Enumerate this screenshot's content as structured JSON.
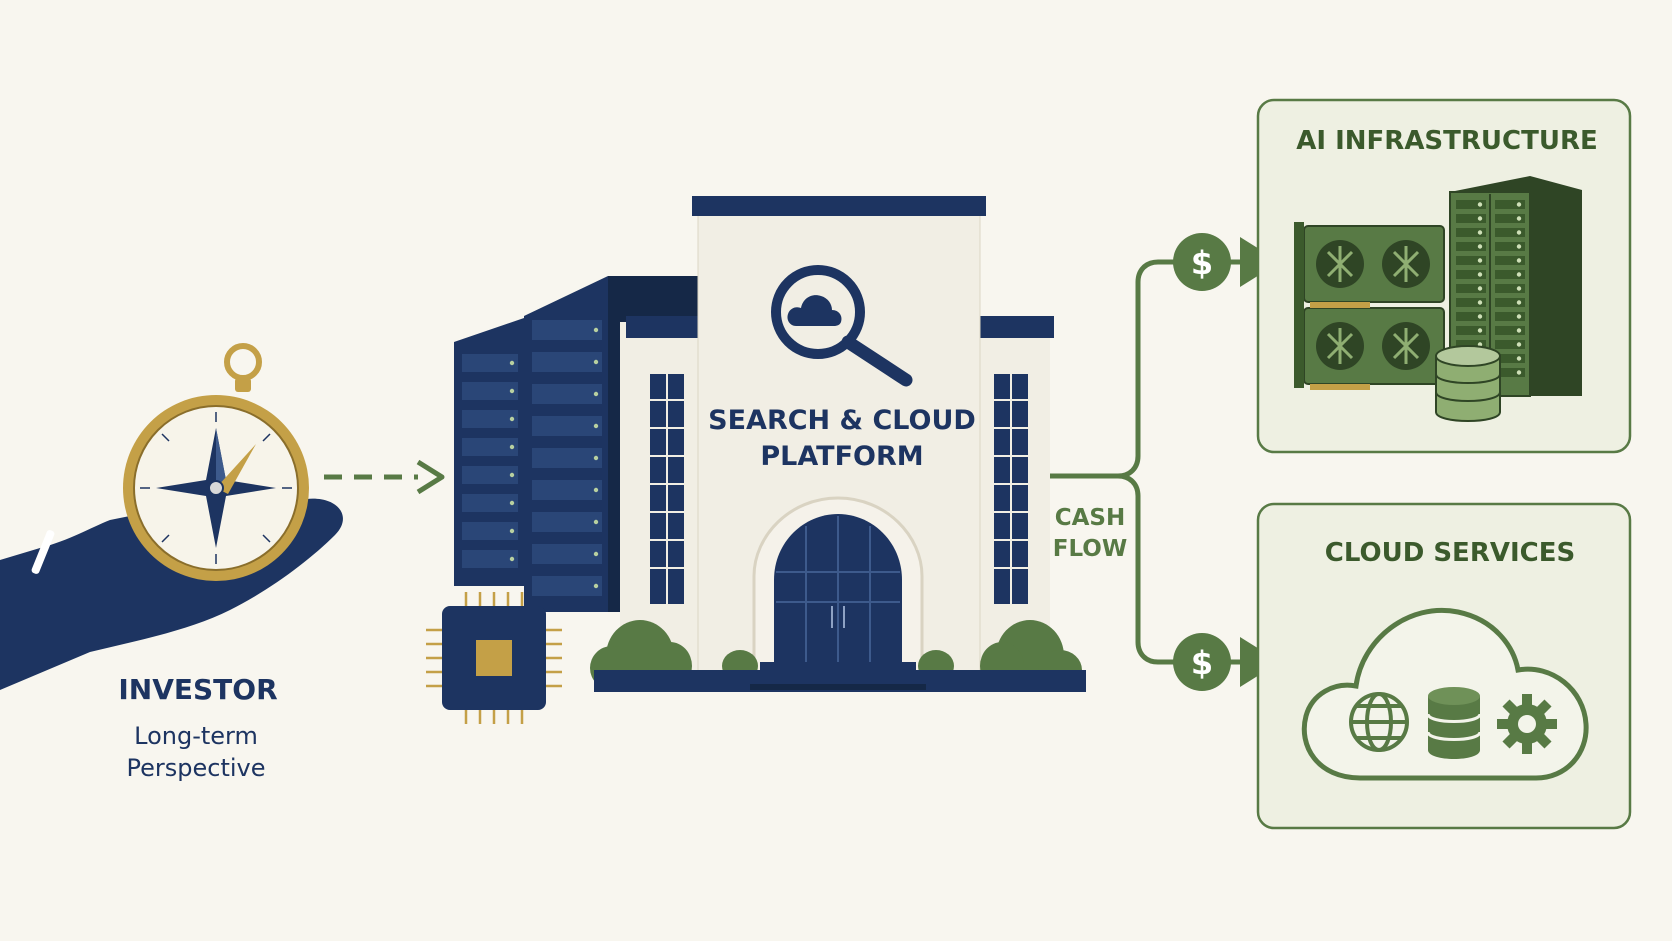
{
  "investor": {
    "title": "INVESTOR",
    "subtitle_line1": "Long-term",
    "subtitle_line2": "Perspective"
  },
  "platform": {
    "title_line1": "SEARCH & CLOUD",
    "title_line2": "PLATFORM"
  },
  "flow": {
    "label_line1": "CASH",
    "label_line2": "FLOW",
    "currency_symbol": "$"
  },
  "panels": {
    "ai_title": "AI INFRASTRUCTURE",
    "cloud_title": "CLOUD SERVICES"
  },
  "colors": {
    "background": "#f8f6ef",
    "navy": "#1d3461",
    "green": "#587a45",
    "gold": "#c4a047",
    "panel_fill": "#eef0e2",
    "building_fill": "#f1eee4"
  }
}
